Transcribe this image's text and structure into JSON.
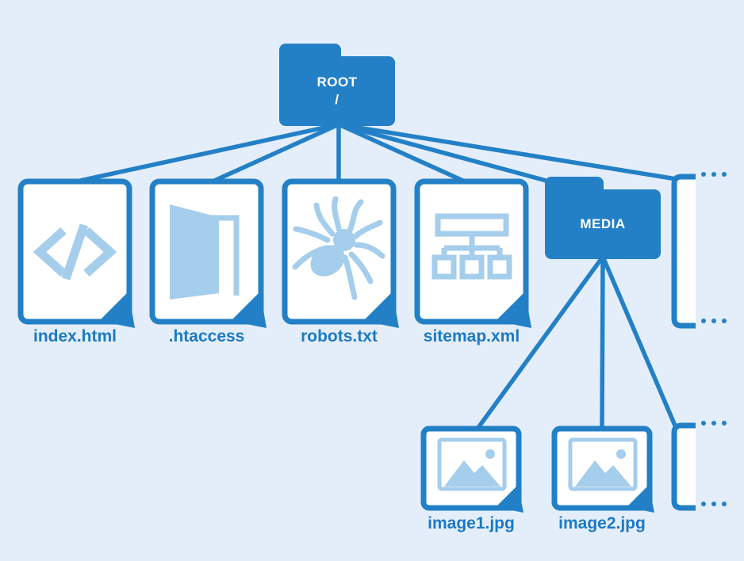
{
  "title": "Website root directory structure diagram",
  "colors": {
    "background": "#e4eefa",
    "primary_blue": "#2380c6",
    "light_icon_blue": "#a5cdec",
    "label_text_blue": "#1b79c4",
    "page_white": "#ffffff"
  },
  "root_folder": {
    "label": "ROOT",
    "path": "/"
  },
  "level1_files": [
    {
      "label": "index.html",
      "icon": "code-file-icon"
    },
    {
      "label": ".htaccess",
      "icon": "open-door-icon"
    },
    {
      "label": "robots.txt",
      "icon": "spider-icon"
    },
    {
      "label": "sitemap.xml",
      "icon": "sitemap-tree-icon"
    }
  ],
  "media_folder": {
    "label": "MEDIA"
  },
  "media_files": [
    {
      "label": "image1.jpg",
      "icon": "picture-icon"
    },
    {
      "label": "image2.jpg",
      "icon": "picture-icon"
    }
  ],
  "truncated_items": {
    "icon": "ellipsis-dots-icon",
    "meaning": "more files not shown"
  }
}
